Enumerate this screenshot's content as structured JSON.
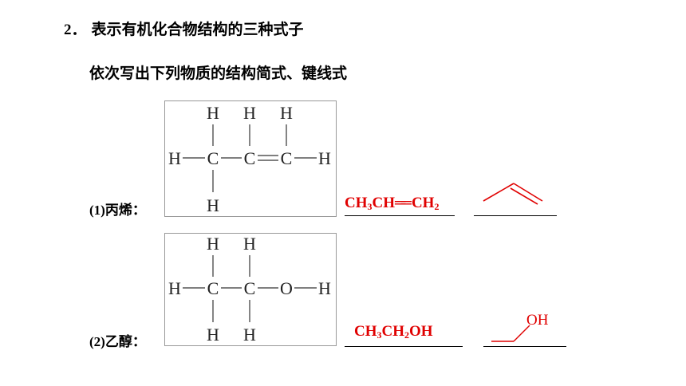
{
  "heading": {
    "number": "2．",
    "text": "表示有机化合物结构的三种式子"
  },
  "subheading": "依次写出下列物质的结构简式、键线式",
  "items": [
    {
      "label_num": "(1)",
      "label_name": "丙烯：",
      "structural_atoms": {
        "h": "H",
        "c": "C"
      },
      "condensed": {
        "p1": "CH",
        "s1": "3",
        "p2": "CH",
        "bond": "══",
        "p3": "CH",
        "s2": "2"
      },
      "line_color": "#e00000"
    },
    {
      "label_num": "(2)",
      "label_name": "乙醇：",
      "structural_atoms": {
        "h": "H",
        "c": "C",
        "o": "O"
      },
      "condensed": {
        "p1": "CH",
        "s1": "3",
        "p2": "CH",
        "s2": "2",
        "p3": "OH"
      },
      "skeletal_label": "OH",
      "line_color": "#e00000"
    }
  ]
}
